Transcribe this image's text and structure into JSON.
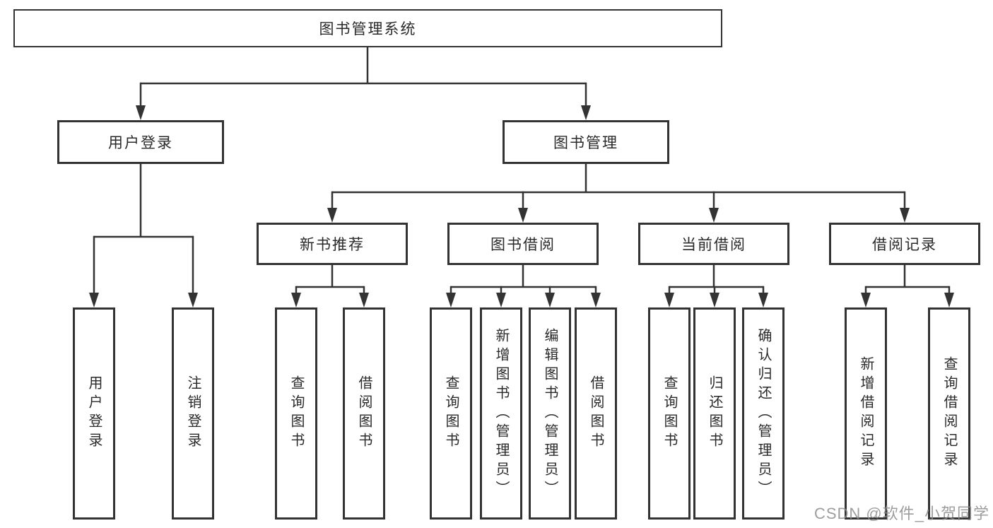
{
  "diagram_title": "图书管理系统",
  "colors": {
    "line": "#333333",
    "box_border": "#333333",
    "text": "#2a2a2a",
    "background": "#ffffff",
    "watermark": "#8c8c8c"
  },
  "tree": {
    "label": "图书管理系统",
    "children": [
      {
        "label": "用户登录",
        "children": [
          {
            "label": "用户登录"
          },
          {
            "label": "注销登录"
          }
        ]
      },
      {
        "label": "图书管理",
        "children": [
          {
            "label": "新书推荐",
            "children": [
              {
                "label": "查询图书"
              },
              {
                "label": "借阅图书"
              }
            ]
          },
          {
            "label": "图书借阅",
            "children": [
              {
                "label": "查询图书"
              },
              {
                "label": "新增图书（管理员）"
              },
              {
                "label": "编辑图书（管理员）"
              },
              {
                "label": "借阅图书"
              }
            ]
          },
          {
            "label": "当前借阅",
            "children": [
              {
                "label": "查询图书"
              },
              {
                "label": "归还图书"
              },
              {
                "label": "确认归还（管理员）"
              }
            ]
          },
          {
            "label": "借阅记录",
            "children": [
              {
                "label": "新增借阅记录"
              },
              {
                "label": "查询借阅记录"
              }
            ]
          }
        ]
      }
    ]
  },
  "watermark": {
    "text": "CSDN @软件_小贺同学"
  }
}
